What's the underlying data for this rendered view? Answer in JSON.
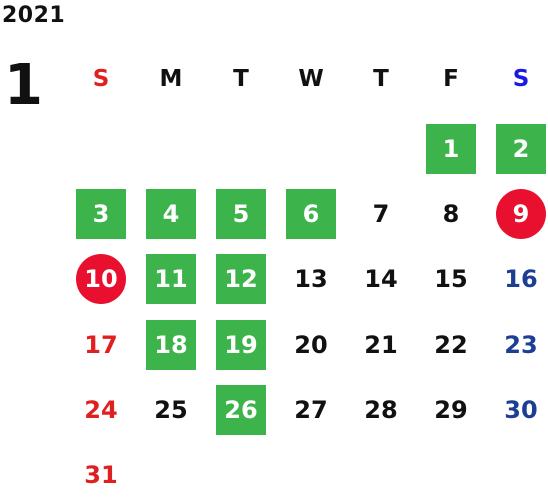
{
  "year": "2021",
  "month": "1",
  "weekdays": [
    "S",
    "M",
    "T",
    "W",
    "T",
    "F",
    "S"
  ],
  "colors": {
    "highlight_green": "#3cb44b",
    "holiday_red": "#e8102e",
    "sunday_red": "#e02020",
    "saturday_blue": "#1c3f94"
  },
  "weeks": [
    [
      null,
      null,
      null,
      null,
      null,
      {
        "d": "1",
        "s": "green"
      },
      {
        "d": "2",
        "s": "green"
      }
    ],
    [
      {
        "d": "3",
        "s": "green"
      },
      {
        "d": "4",
        "s": "green"
      },
      {
        "d": "5",
        "s": "green"
      },
      {
        "d": "6",
        "s": "green"
      },
      {
        "d": "7",
        "s": "normal"
      },
      {
        "d": "8",
        "s": "normal"
      },
      {
        "d": "9",
        "s": "holiday"
      }
    ],
    [
      {
        "d": "10",
        "s": "holiday"
      },
      {
        "d": "11",
        "s": "green"
      },
      {
        "d": "12",
        "s": "green"
      },
      {
        "d": "13",
        "s": "normal"
      },
      {
        "d": "14",
        "s": "normal"
      },
      {
        "d": "15",
        "s": "normal"
      },
      {
        "d": "16",
        "s": "normal"
      }
    ],
    [
      {
        "d": "17",
        "s": "normal"
      },
      {
        "d": "18",
        "s": "green"
      },
      {
        "d": "19",
        "s": "green"
      },
      {
        "d": "20",
        "s": "normal"
      },
      {
        "d": "21",
        "s": "normal"
      },
      {
        "d": "22",
        "s": "normal"
      },
      {
        "d": "23",
        "s": "normal"
      }
    ],
    [
      {
        "d": "24",
        "s": "normal"
      },
      {
        "d": "25",
        "s": "normal"
      },
      {
        "d": "26",
        "s": "green"
      },
      {
        "d": "27",
        "s": "normal"
      },
      {
        "d": "28",
        "s": "normal"
      },
      {
        "d": "29",
        "s": "normal"
      },
      {
        "d": "30",
        "s": "normal"
      }
    ],
    [
      {
        "d": "31",
        "s": "normal"
      },
      null,
      null,
      null,
      null,
      null,
      null
    ]
  ]
}
